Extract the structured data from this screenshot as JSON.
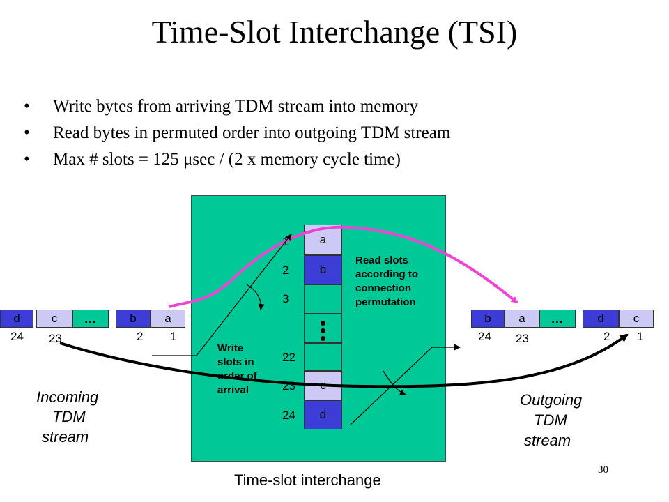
{
  "title": "Time-Slot Interchange (TSI)",
  "bullets": [
    "Write bytes from arriving TDM stream into memory",
    "Read bytes in permuted order into outgoing TDM stream",
    "Max # slots = 125 μsec / (2 x memory cycle time)"
  ],
  "incoming": {
    "cells": [
      "d",
      "c",
      "…",
      "b",
      "a"
    ],
    "numbers": [
      "24",
      "23",
      "2",
      "1"
    ],
    "label": [
      "Incoming",
      "TDM",
      "stream"
    ]
  },
  "outgoing": {
    "cells": [
      "b",
      "a",
      "…",
      "d",
      "c"
    ],
    "numbers": [
      "24",
      "23",
      "2",
      "1"
    ],
    "label": [
      "Outgoing",
      "TDM",
      "stream"
    ]
  },
  "memory": {
    "indices": [
      "1",
      "2",
      "3",
      "22",
      "23",
      "24"
    ],
    "cells": [
      "a",
      "b",
      "",
      "",
      "c",
      "d"
    ]
  },
  "write_note": [
    "Write",
    "slots in",
    "order of",
    "arrival"
  ],
  "read_note": [
    "Read slots",
    "according to",
    "connection",
    "permutation"
  ],
  "caption": "Time-slot interchange",
  "page_number": "30",
  "colors": {
    "box": "#00c896",
    "cell_light": "#cccaf4",
    "cell_dark": "#3c3cd6",
    "arrow_pink": "#ee44d4",
    "arrow_black": "#000000"
  }
}
